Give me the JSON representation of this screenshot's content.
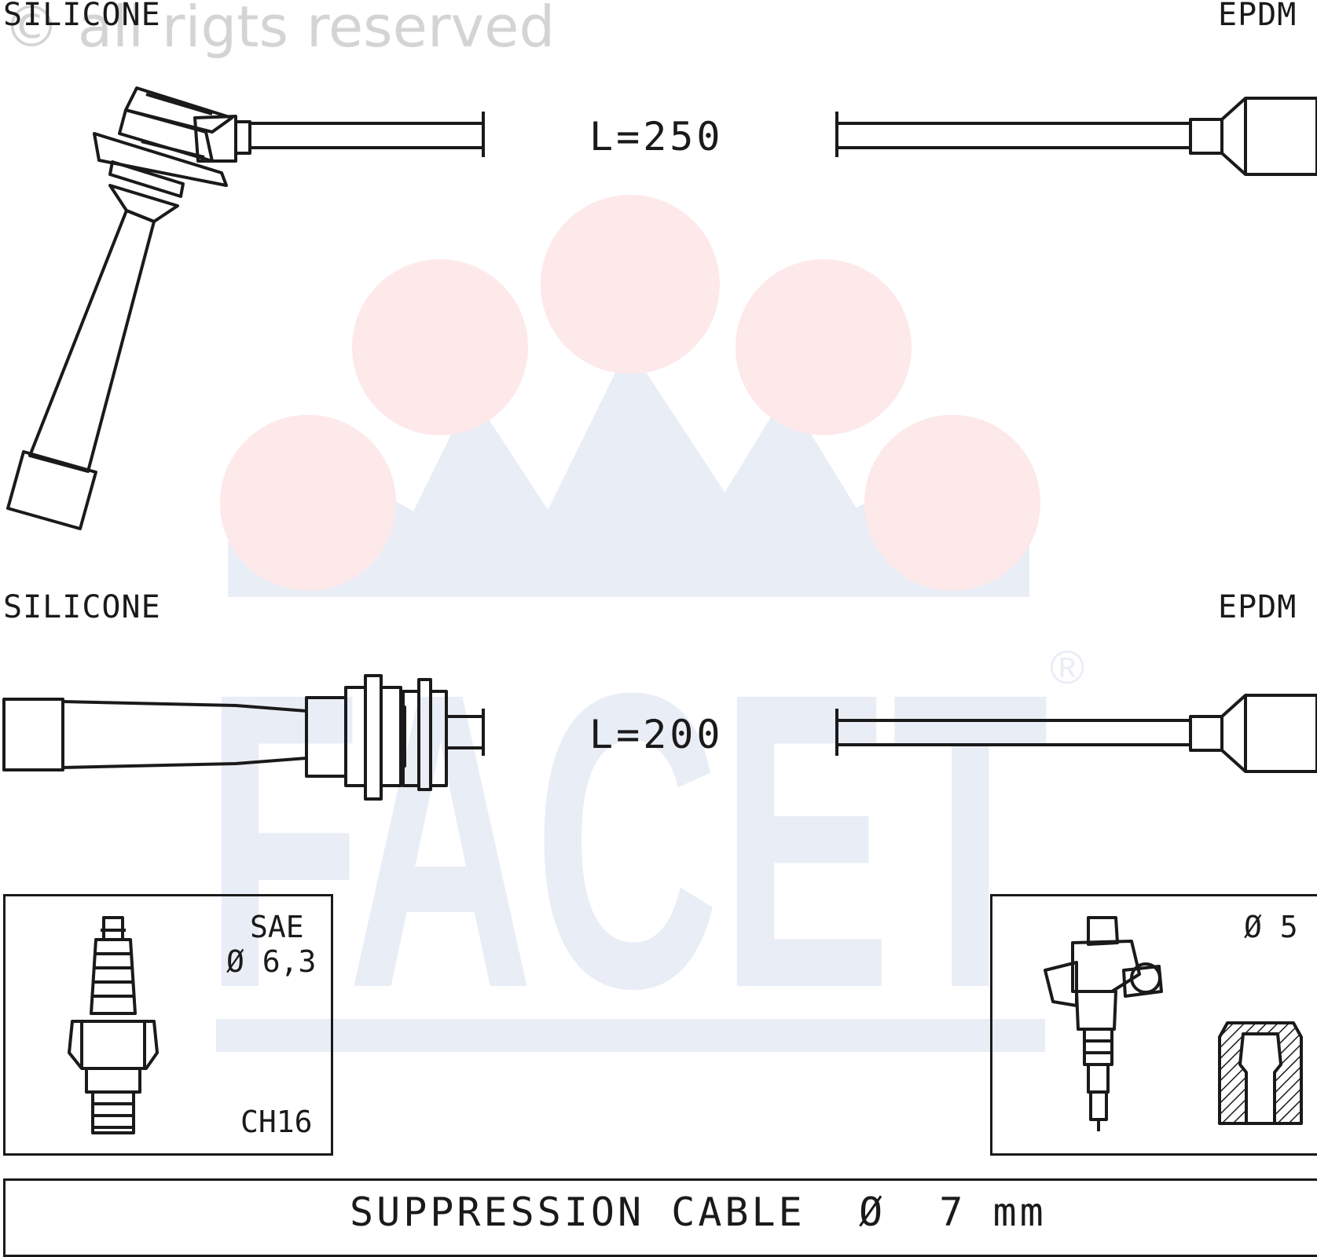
{
  "watermark": {
    "copyright": "© all rigts reserved",
    "brand": "FACET",
    "registered": "®",
    "brand_blue": "#e9edf6",
    "dot_red": "#fde8ea"
  },
  "cable_1": {
    "left_material": "SILICONE",
    "right_material": "EPDM",
    "length_label": "L=250"
  },
  "cable_2": {
    "left_material": "SILICONE",
    "right_material": "EPDM",
    "length_label": "L=200"
  },
  "spark_plug_box": {
    "standard": "SAE",
    "diameter": "Ø 6,3",
    "hex_size": "CH16"
  },
  "coil_box": {
    "diameter": "Ø 5"
  },
  "footer": {
    "description": "SUPPRESSION CABLE  Ø  7 mm"
  },
  "colors": {
    "line": "#1a1a1a"
  }
}
